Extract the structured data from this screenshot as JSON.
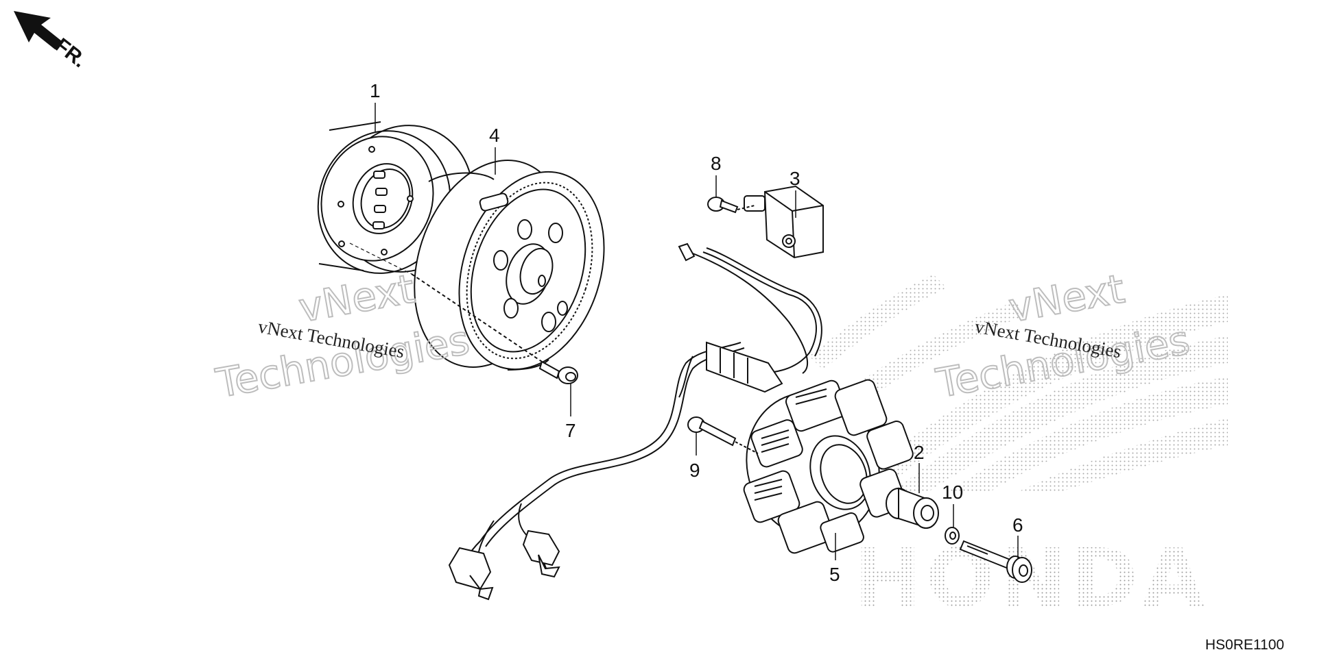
{
  "direction_label": "FR.",
  "diagram_code": "HS0RE1100",
  "callouts": {
    "c1": "1",
    "c2": "2",
    "c3": "3",
    "c4": "4",
    "c5": "5",
    "c6": "6",
    "c7": "7",
    "c8": "8",
    "c9": "9",
    "c10": "10"
  },
  "watermarks": {
    "left_big_top": "vNext",
    "left_big_bottom": "Technologies",
    "left_small": "vNext Technologies",
    "right_big_top": "vNext",
    "right_big_bottom": "Technologies",
    "right_small": "vNext Technologies"
  },
  "background_logo": "HONDA",
  "colors": {
    "line": "#111111",
    "watermark_outline": "#bdbdbd",
    "dot_pattern": "#9a9a9a"
  }
}
